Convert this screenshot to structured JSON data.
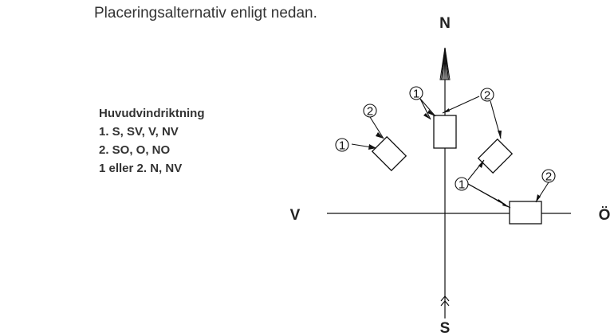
{
  "intro_text": "Placeringsalternativ enligt nedan.",
  "legend": {
    "heading": "Huvudvindriktning",
    "lines": [
      "1. S, SV, V, NV",
      "2. SO, O, NO",
      "1 eller 2. N, NV"
    ]
  },
  "compass": {
    "north": "N",
    "south": "S",
    "west": "V",
    "east": "Ö"
  },
  "markers": {
    "one": "1",
    "two": "2"
  },
  "colors": {
    "ink": "#111111",
    "text": "#333333",
    "background": "#ffffff"
  }
}
